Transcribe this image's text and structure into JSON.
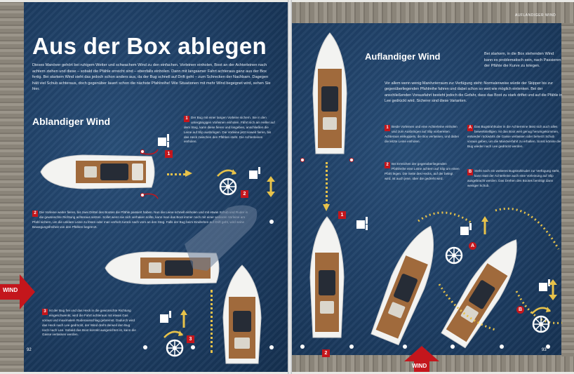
{
  "left_page": {
    "title": "Aus der Box ablegen",
    "intro": "Dieses Manöver gehört bei ruhigem Wetter und schwachem Wind zu den einfachen. Vorleinen einholen, Boot an der Achterleinen nach achtern ziehen und diese – sobald die Pfähle erreicht sind – ebenfalls einholen. Dann mit langsamer Fahrt achteraus ganz aus der Box fertig. Bei starkem Wind sieht das jedoch schon anders aus, da der Bug schnell auf Drift geht – zum Schrecken der Nachbarn. Dagegen hält viel Schub achteraus, doch gegenüber lauert schon die nächste Pfahlreihe! Wie Situationen mit mehr Wind begegnet wird, sehen Sie hier.",
    "heading": "Ablandiger Wind",
    "step1": {
      "num": "1",
      "text": "Der Bug mit einer langen Vorleine sichern. Sie in den untergängigen Vorleinen einholen. Fährt sich am Heller auf dem Steg, kann diese fieren und losgeben, anschließen die Leine auf Slip ausbringen. Die Vorleine jetzt soweit fieren, bis das Heck zwischen den Pfählen steht. Die Achterleinen einholen."
    },
    "step2": {
      "num": "2",
      "text": "Die Vorleine weiter fieren, bis zwei Drittel des Bootes die Pfähle passiert haben. Nun die Leine schnell einholen und mit etwas Schub und Ruder in die gewünschte Richtung achteraus setzen. Sollet wenn sie sich verhaken sollte, kann man das Boot immer noch mit einer weiteren Vorleine am Pfahl sichern, um die unklare Leine zu lösen oder man verholt zurück nach vorn an den Steg. Falls der Bug beim Eindrehen auf Drift geht, wird seine Bewegungsfreiheit von den Pfählen begrenzt."
    },
    "step3": {
      "num": "3",
      "text": "Ist der Bug frei und das Heck in die gewünschte Richtung eingeschwenkt, wird die Fahrt achteraus mit etwas Gas voraus und maximalem Ruderausschlag gebremst. Dadurch wird das Heck nach Lee gedrückt, der Wind dreht derweil den Bug noch nach Lee. Sobald das Boot korrekt ausgerichtet ist, kann die Gasse verlassen werden."
    },
    "wind_label": "WIND",
    "page_number": "92"
  },
  "right_page": {
    "section_label": "Auflandiger Wind",
    "heading": "Auflandiger Wind",
    "heading_side": "Bei starkem, in die Box stehenden Wind kann es problematisch sein, nach Passieren der Pfähle die Kurve zu kriegen.",
    "intro": "Vor allem wenn wenig Manövrierraum zur Verfügung steht: Normalerweise würde der Skipper bis zur gegenüberliegenden Pfahlreihe fahren und dabei schon so weit wie möglich einlenken. Bei der anschließenden Vorausfahrt besteht jedoch die Gefahr, dass das Boot zu stark driftet und auf die Pfähle in Lee gedrückt wird. Sicherer sind diese Varianten.",
    "step1": {
      "num": "1",
      "text": "Beide Vorleinen und eine Achterleine einholen und zum Ausbringen auf Slip vorbereiten. Achteraus einkuppeln, die Box verlassen, und dabei die letzte Leine einholen."
    },
    "step2": {
      "num": "2",
      "text": "Bei Erreichen der gegenüberliegenden Pfahlreihe eine Leine achtern auf Slip um einen Pfahl legen. Die Seite des Hecks, auf der belegt wird, ist auch jene, über die gedreht wird."
    },
    "stepA": {
      "num": "A",
      "text": "Das Bugstrahlruder in die Achterreine lässt sich auch alles bewerkstelligen. Ist das Boot weit genug herumgekommen, entweder rückwärts die Gasse verlassen oder beherzt Schub voraus geben, um die Manöverfahrt zu erhalten. Sonst könnte der Bug wieder nach Lee gedrückt werden."
    },
    "stepB": {
      "num": "B",
      "text": "Steht noch ein weiteres Bugstrahlruder zur Verfügung steht, kann statt der Achterleine auch eine Vorleinung auf Slip ausgebracht werden. Das Drehen des Bootes benötigt dann weniger Schub."
    },
    "wind_label": "WIND",
    "page_number": "93"
  },
  "colors": {
    "water": "#1d3d63",
    "accent_red": "#c4161c",
    "route_yellow": "#e7c24a",
    "dock": "#8a8479"
  },
  "icons": [
    "boat-icon",
    "throttle-lever-icon",
    "steering-wheel-icon",
    "turn-arrow-icon",
    "rudder-arrow-icon",
    "wind-arrow-icon",
    "pile-marker-icon"
  ]
}
